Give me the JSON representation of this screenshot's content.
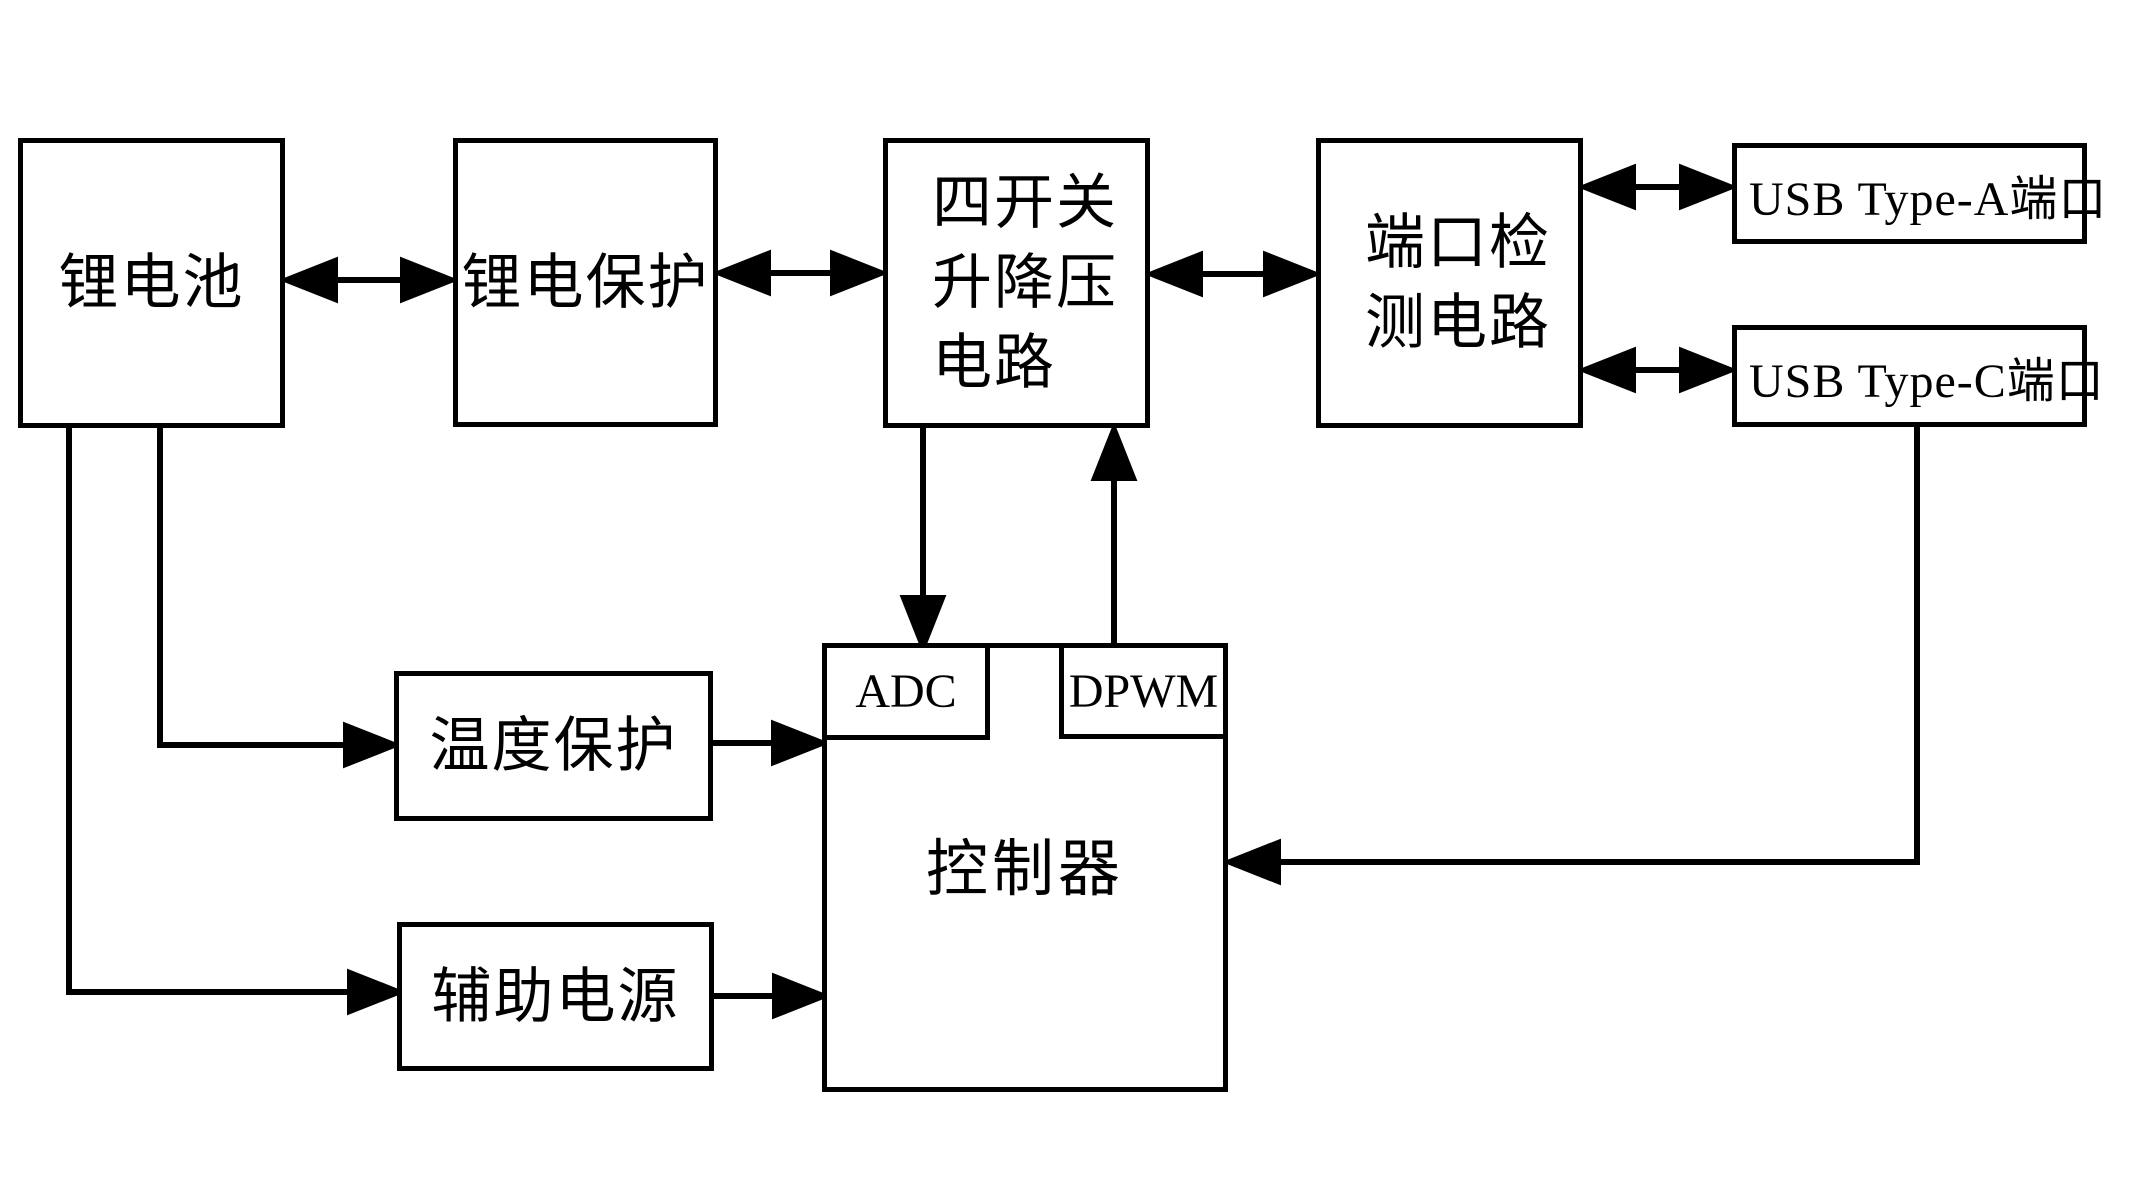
{
  "blocks": {
    "battery": {
      "label": "锂电池"
    },
    "battery_protection": {
      "label": "锂电保护"
    },
    "buck_boost": {
      "lines": [
        "四开关",
        "升降压",
        "电路"
      ]
    },
    "port_detection": {
      "lines": [
        "端口检",
        "测电路"
      ]
    },
    "usb_type_a": {
      "label": "USB Type-A端口"
    },
    "usb_type_c": {
      "label": "USB Type-C端口"
    },
    "temperature_protection": {
      "label": "温度保护"
    },
    "auxiliary_power": {
      "label": "辅助电源"
    },
    "controller": {
      "label": "控制器"
    },
    "adc": {
      "label": "ADC"
    },
    "dpwm": {
      "label": "DPWM"
    }
  },
  "connections": [
    {
      "from": "锂电池",
      "to": "锂电保护",
      "type": "bidirectional"
    },
    {
      "from": "锂电保护",
      "to": "四开关升降压电路",
      "type": "bidirectional"
    },
    {
      "from": "四开关升降压电路",
      "to": "端口检测电路",
      "type": "bidirectional"
    },
    {
      "from": "端口检测电路",
      "to": "USB Type-A端口",
      "type": "bidirectional"
    },
    {
      "from": "端口检测电路",
      "to": "USB Type-C端口",
      "type": "bidirectional"
    },
    {
      "from": "四开关升降压电路",
      "to": "ADC",
      "type": "unidirectional"
    },
    {
      "from": "DPWM",
      "to": "四开关升降压电路",
      "type": "unidirectional"
    },
    {
      "from": "锂电池",
      "to": "温度保护",
      "type": "unidirectional"
    },
    {
      "from": "温度保护",
      "to": "控制器",
      "type": "unidirectional"
    },
    {
      "from": "锂电池",
      "to": "辅助电源",
      "type": "unidirectional"
    },
    {
      "from": "辅助电源",
      "to": "控制器",
      "type": "unidirectional"
    },
    {
      "from": "USB Type-C端口",
      "to": "控制器",
      "type": "unidirectional"
    }
  ],
  "colors": {
    "stroke": "#000000",
    "background": "#ffffff"
  }
}
